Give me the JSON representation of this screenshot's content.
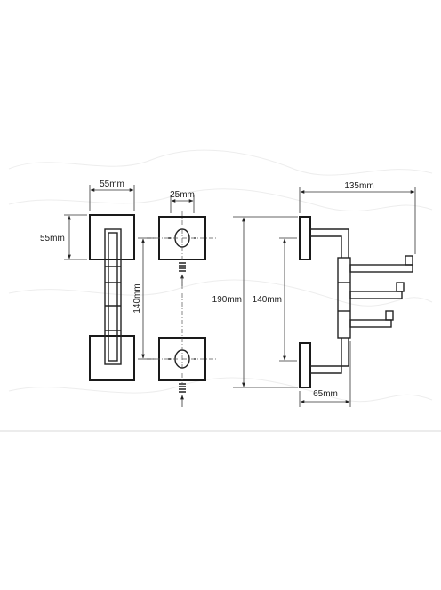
{
  "dimensions": {
    "front_width": "55mm",
    "front_height": "55mm",
    "base_width": "25mm",
    "mount_spacing_side": "140mm",
    "total_height": "190mm",
    "mount_spacing_right": "140mm",
    "arm_length": "135mm",
    "depth": "65mm"
  },
  "colors": {
    "line": "#222222",
    "background": "#ffffff",
    "footer_rule": "#d9d9d9"
  }
}
